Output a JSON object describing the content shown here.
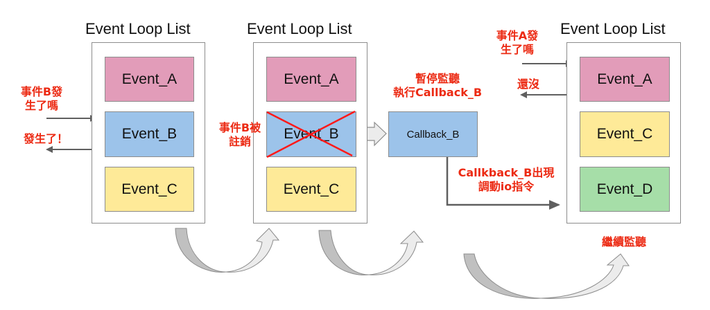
{
  "panels": [
    {
      "title": "Event Loop List",
      "events": [
        {
          "label": "Event_A",
          "color": "pink"
        },
        {
          "label": "Event_B",
          "color": "blue"
        },
        {
          "label": "Event_C",
          "color": "yellow"
        }
      ]
    },
    {
      "title": "Event Loop List",
      "events": [
        {
          "label": "Event_A",
          "color": "pink"
        },
        {
          "label": "Event_B",
          "color": "blue",
          "crossed_out": true
        },
        {
          "label": "Event_C",
          "color": "yellow"
        }
      ]
    },
    {
      "title": "Event Loop List",
      "events": [
        {
          "label": "Event_A",
          "color": "pink"
        },
        {
          "label": "Event_C",
          "color": "yellow"
        },
        {
          "label": "Event_D",
          "color": "green"
        }
      ]
    }
  ],
  "callback": {
    "label": "Callback_B",
    "note_line1": "暫停監聽",
    "note_line2": "執行Callback_B"
  },
  "annotations": {
    "ask_b_line1": "事件B發",
    "ask_b_line2": "生了嗎",
    "reply_b": "發生了！",
    "unregister_line1": "事件B被",
    "unregister_line2": "註銷",
    "io_line1": "Callkback_B出現",
    "io_line2": "調動io指令",
    "ask_a_line1": "事件A發",
    "ask_a_line2": "生了嗎",
    "reply_a": "還沒",
    "continue": "繼續監聽"
  },
  "colors": {
    "annotation": "#ec2a13",
    "event_a": "#e29cb9",
    "event_b": "#9cc3ea",
    "event_c": "#feea98",
    "event_d": "#a6dea8",
    "cross": "#ff1a1a",
    "arrow": "#5f5f5f"
  }
}
